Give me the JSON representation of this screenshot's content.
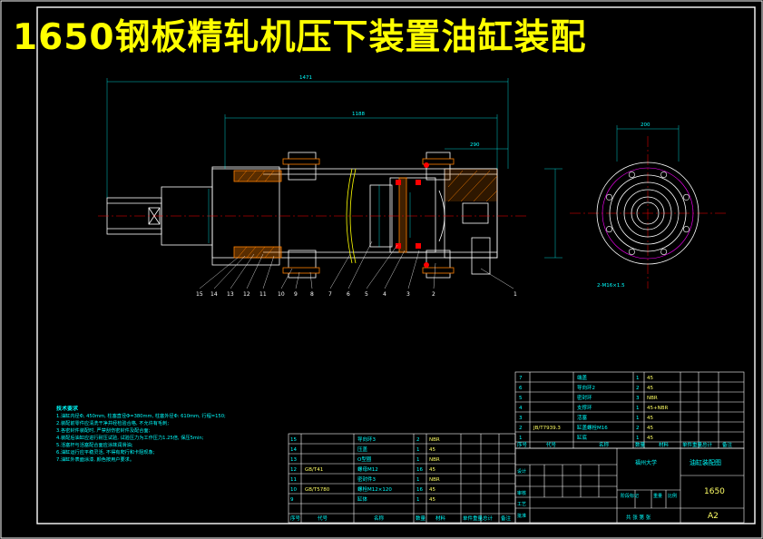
{
  "title": "1650钢板精轧机压下装置油缸装配",
  "colors": {
    "background": "#000000",
    "frame": "#ffffff",
    "title": "#ffff00",
    "part": "#ffffff",
    "hatch": "#ff8000",
    "dim": "#00ffff",
    "center": "#ff0000",
    "flange": "#ff00ff"
  },
  "dims": {
    "d1": "1471",
    "d2": "1188",
    "d3": "290",
    "d4": "200",
    "d5": "2-M16×1.5"
  },
  "notes": {
    "heading": "技术要求",
    "lines": [
      "1.油缸内径Φ, 450mm, 柱塞直径Φ=380mm, 柱塞外径Φ: 610mm, 行程=150;",
      "2.装配前零件应清洗干净并经检验合格, 不允许有毛刺;",
      "3.各密封件装配时, 严禁刮伤密封件及配合面;",
      "4.装配后油缸应进行耐压试验, 试验压力为工作压力1.25倍, 保压5min;",
      "5.活塞杆与活塞配合面应涂抹润滑油;",
      "6.油缸运行应平稳灵活, 不得有爬行和卡阻现象;",
      "7.油缸外表面涂漆, 颜色按用户要求。"
    ]
  },
  "parts_right": [
    {
      "no": "7",
      "code": "",
      "name": "端盖",
      "qty": "1",
      "mat": "45"
    },
    {
      "no": "6",
      "code": "",
      "name": "导向环2",
      "qty": "2",
      "mat": "45"
    },
    {
      "no": "5",
      "code": "",
      "name": "密封环",
      "qty": "3",
      "mat": "NBR"
    },
    {
      "no": "4",
      "code": "",
      "name": "支撑环",
      "qty": "1",
      "mat": "45+NBR"
    },
    {
      "no": "3",
      "code": "",
      "name": "活塞",
      "qty": "1",
      "mat": "45"
    },
    {
      "no": "2",
      "code": "JB/T7939.3",
      "name": "缸盖螺栓M16",
      "qty": "2",
      "mat": "45"
    },
    {
      "no": "1",
      "code": "",
      "name": "缸底",
      "qty": "1",
      "mat": "45"
    }
  ],
  "parts_left": [
    {
      "no": "15",
      "code": "",
      "name": "导向环3",
      "qty": "2",
      "mat": "NBR"
    },
    {
      "no": "14",
      "code": "",
      "name": "压盖",
      "qty": "1",
      "mat": "45"
    },
    {
      "no": "13",
      "code": "",
      "name": "O型圈",
      "qty": "1",
      "mat": "NBR"
    },
    {
      "no": "12",
      "code": "GB/T41",
      "name": "螺母M12",
      "qty": "16",
      "mat": "45"
    },
    {
      "no": "11",
      "code": "",
      "name": "密封件3",
      "qty": "1",
      "mat": "NBR"
    },
    {
      "no": "10",
      "code": "GB/T5780",
      "name": "螺栓M12×120",
      "qty": "16",
      "mat": "45"
    },
    {
      "no": "9",
      "code": "",
      "name": "缸体",
      "qty": "1",
      "mat": "45"
    }
  ],
  "table_headers": {
    "no": "序号",
    "code": "代号",
    "name": "名称",
    "qty": "数量",
    "mat": "材料",
    "weight": "单件重量",
    "total": "总计",
    "note": "备注"
  },
  "title_block": {
    "designer": "设计",
    "school": "福州大学",
    "drawing_name": "油缸装配图",
    "number": "1650",
    "size": "A2",
    "stage": "阶段标记",
    "weight": "重量",
    "scale": "比例",
    "sheet": "共 张 第 张",
    "check": "审核",
    "process": "工艺",
    "approve": "批准"
  },
  "balloons": [
    "15",
    "14",
    "13",
    "12",
    "11",
    "10",
    "9",
    "8",
    "7",
    "6",
    "5",
    "4",
    "3",
    "2",
    "1"
  ]
}
